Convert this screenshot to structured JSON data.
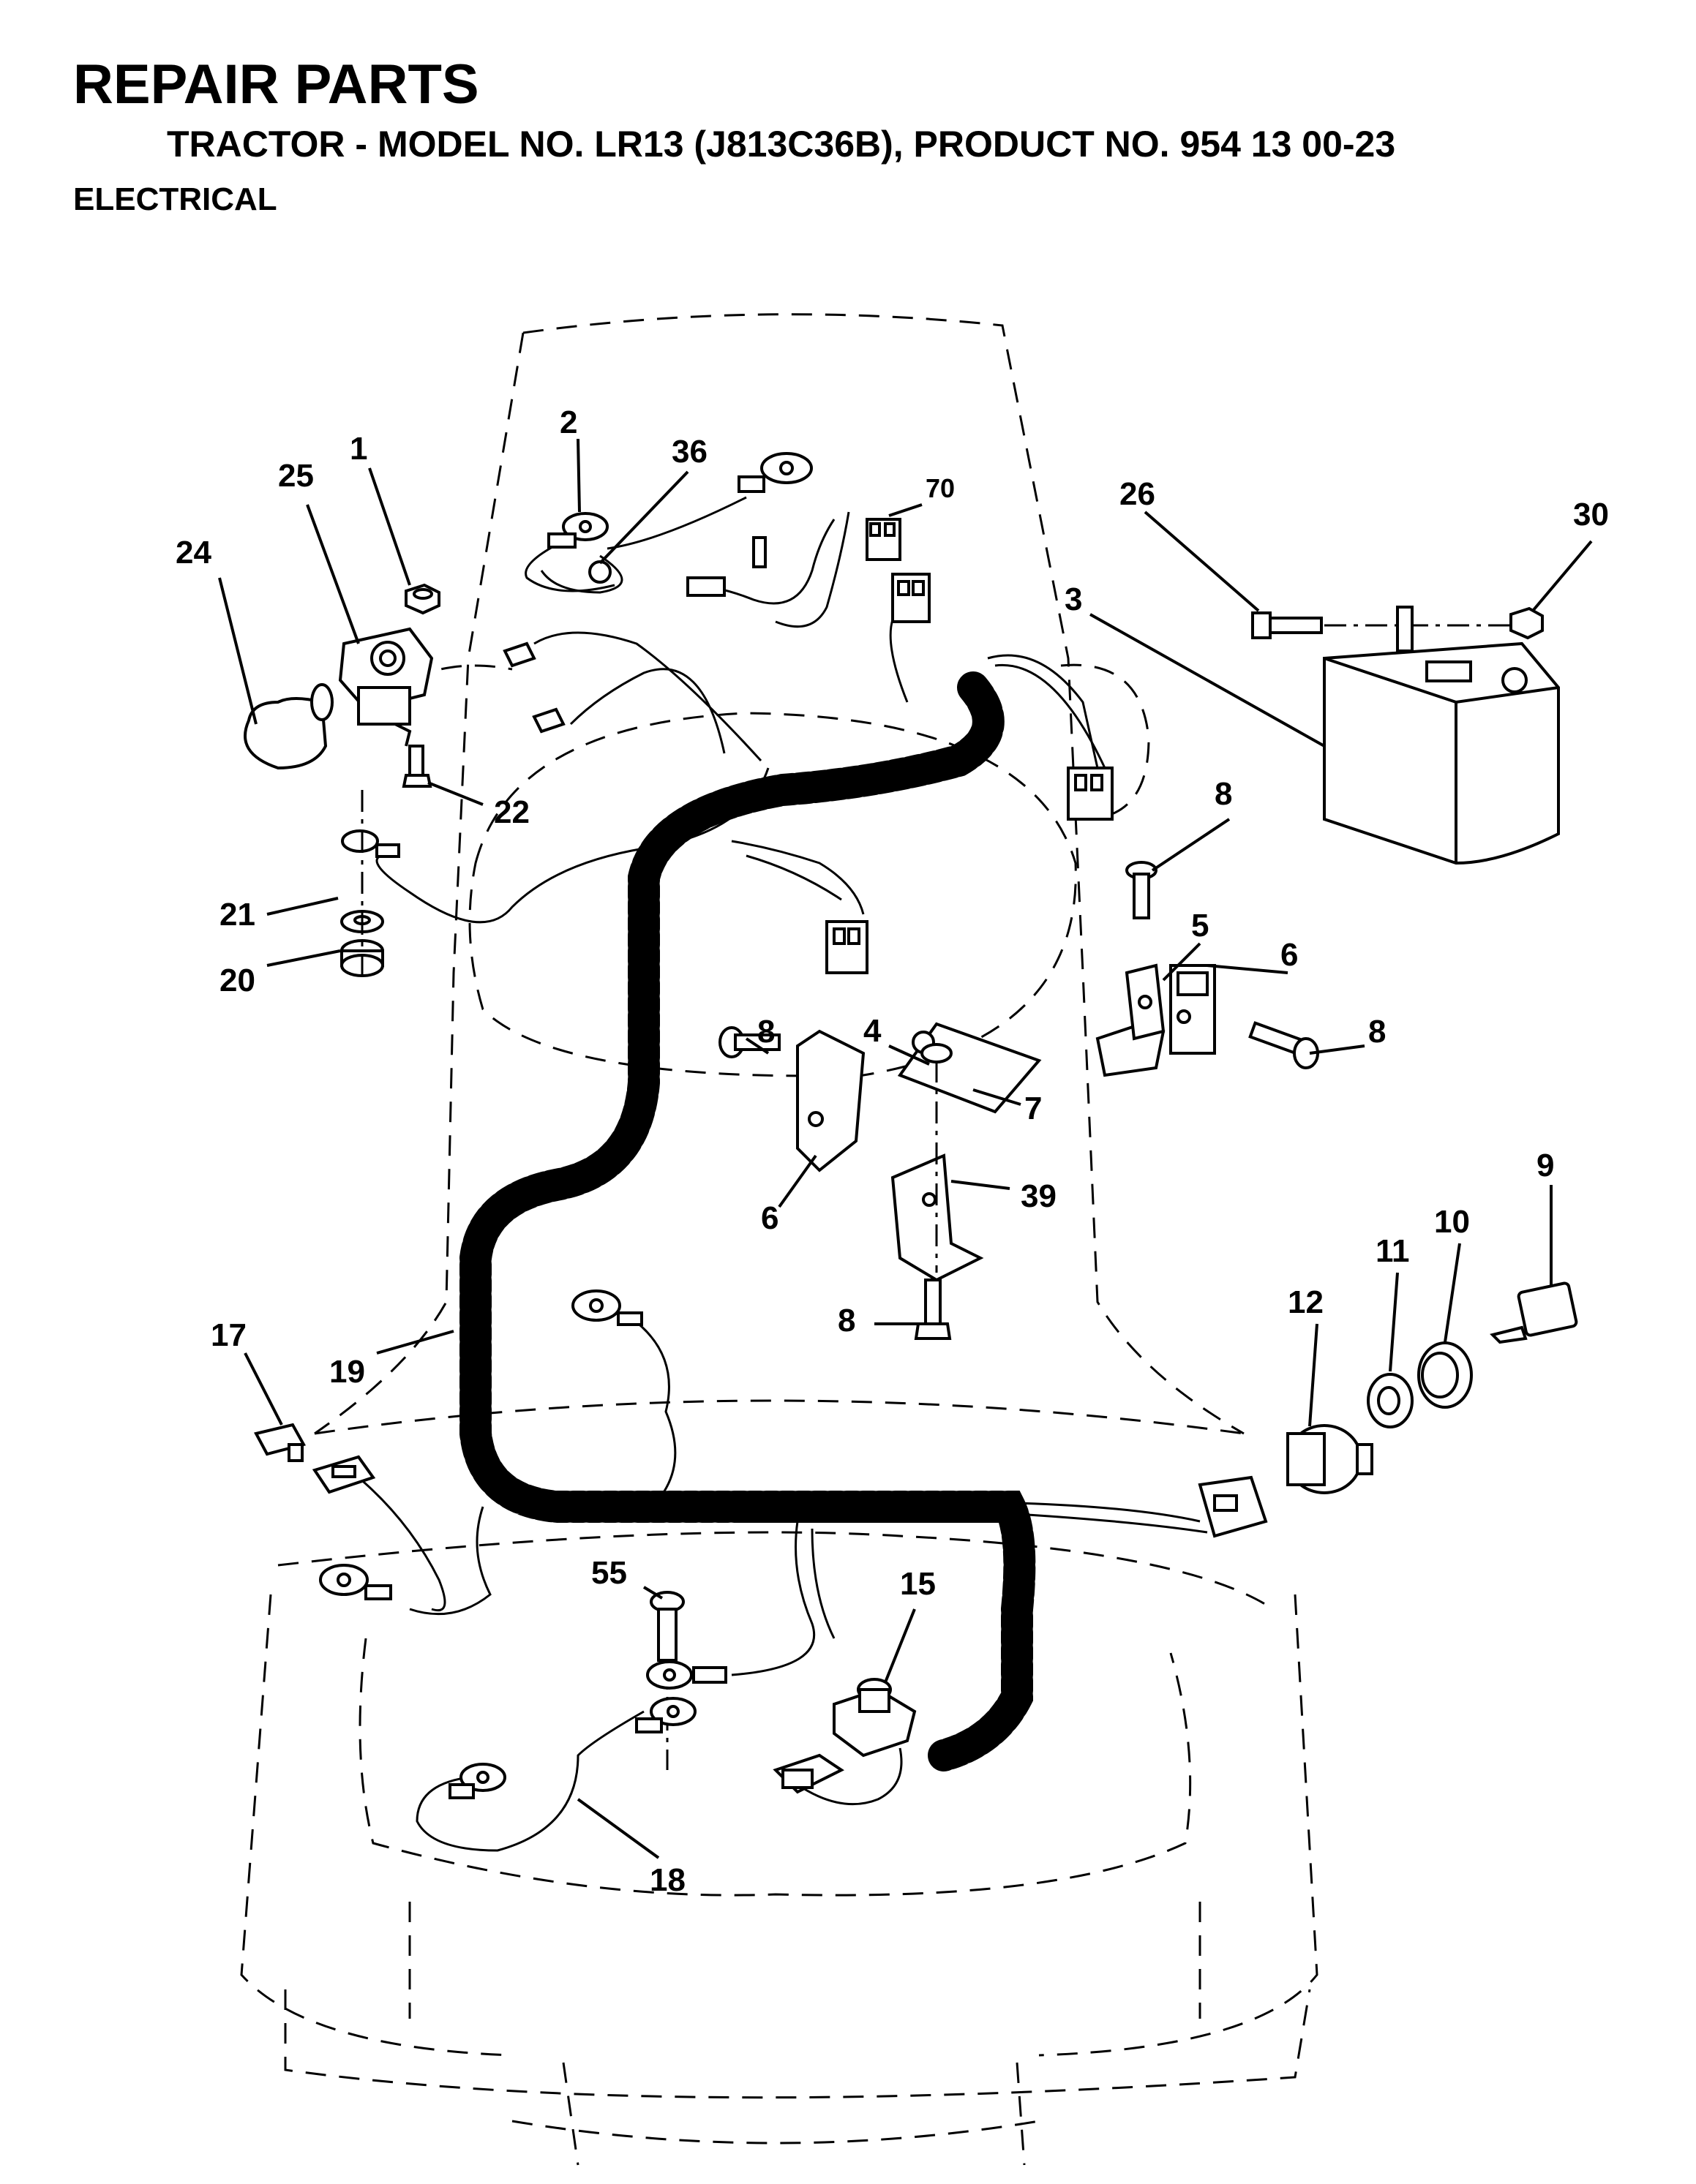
{
  "header": {
    "title": "REPAIR PARTS",
    "subtitle": "TRACTOR - MODEL NO. LR13 (J813C36B), PRODUCT NO. 954 13 00-23",
    "section": "ELECTRICAL"
  },
  "callouts": [
    {
      "id": "c1",
      "label": "1"
    },
    {
      "id": "c2",
      "label": "2"
    },
    {
      "id": "c3",
      "label": "3"
    },
    {
      "id": "c4",
      "label": "4"
    },
    {
      "id": "c5",
      "label": "5"
    },
    {
      "id": "c6a",
      "label": "6"
    },
    {
      "id": "c6b",
      "label": "6"
    },
    {
      "id": "c7",
      "label": "7"
    },
    {
      "id": "c8a",
      "label": "8"
    },
    {
      "id": "c8b",
      "label": "8"
    },
    {
      "id": "c8c",
      "label": "8"
    },
    {
      "id": "c8d",
      "label": "8"
    },
    {
      "id": "c9",
      "label": "9"
    },
    {
      "id": "c10",
      "label": "10"
    },
    {
      "id": "c11",
      "label": "11"
    },
    {
      "id": "c12",
      "label": "12"
    },
    {
      "id": "c15",
      "label": "15"
    },
    {
      "id": "c17",
      "label": "17"
    },
    {
      "id": "c18",
      "label": "18"
    },
    {
      "id": "c19",
      "label": "19"
    },
    {
      "id": "c20",
      "label": "20"
    },
    {
      "id": "c21",
      "label": "21"
    },
    {
      "id": "c22",
      "label": "22"
    },
    {
      "id": "c24",
      "label": "24"
    },
    {
      "id": "c25",
      "label": "25"
    },
    {
      "id": "c26",
      "label": "26"
    },
    {
      "id": "c30",
      "label": "30"
    },
    {
      "id": "c36",
      "label": "36"
    },
    {
      "id": "c39",
      "label": "39"
    },
    {
      "id": "c55",
      "label": "55"
    },
    {
      "id": "c70",
      "label": "70"
    }
  ]
}
